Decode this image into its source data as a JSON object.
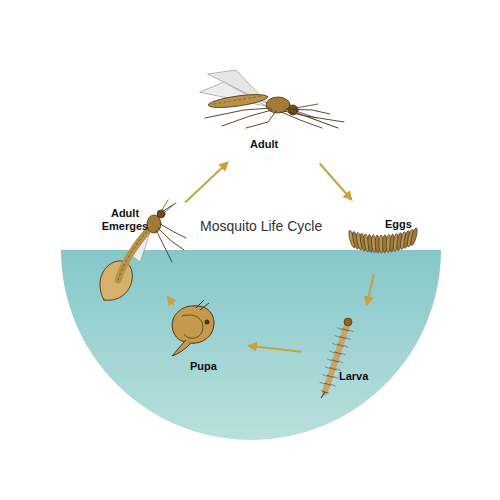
{
  "diagram": {
    "title": "Mosquito Life Cycle",
    "nodes": [
      {
        "text": [
          "Adult"
        ]
      },
      {
        "text": [
          "Eggs"
        ]
      },
      {
        "text": [
          "Larva"
        ]
      },
      {
        "text": [
          "Pupa"
        ]
      },
      {
        "text": [
          "Adult Emerges"
        ]
      }
    ],
    "edges": [
      {
        "from": 0,
        "to": 1,
        "arrow": "to"
      },
      {
        "from": 1,
        "to": 2,
        "arrow": "to"
      },
      {
        "from": 2,
        "to": 3,
        "arrow": "to"
      },
      {
        "from": 3,
        "to": 4,
        "arrow": "to"
      },
      {
        "from": 4,
        "to": 0,
        "arrow": "to"
      }
    ]
  }
}
